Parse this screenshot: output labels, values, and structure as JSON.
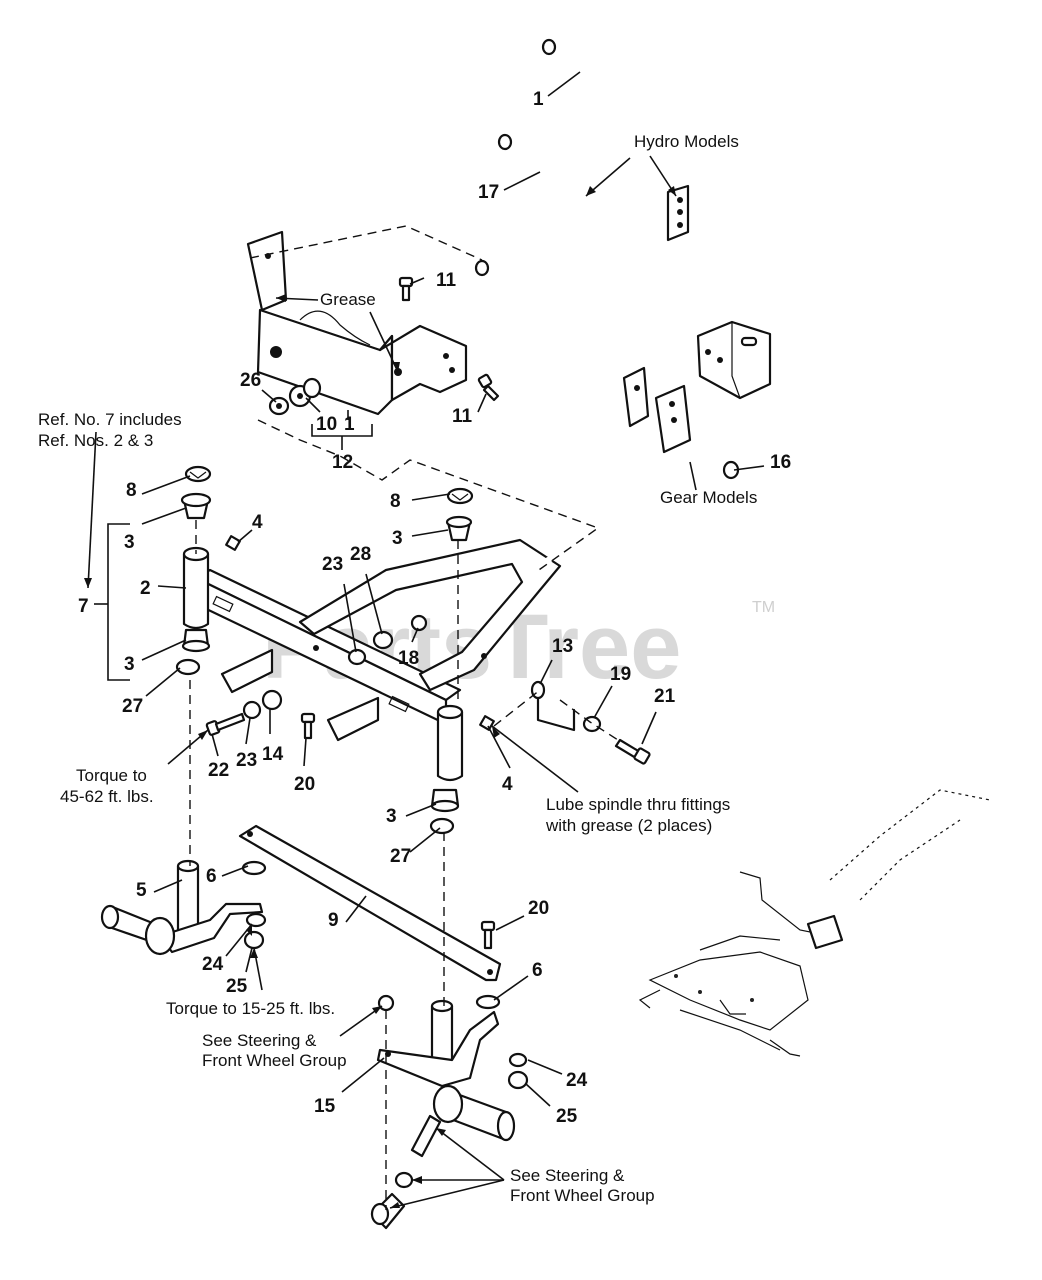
{
  "watermark": "PartsTree",
  "trademark": "TM",
  "callouts": {
    "c1a": "1",
    "c1b": "1",
    "c2": "2",
    "c3a": "3",
    "c3b": "3",
    "c3c": "3",
    "c3d": "3",
    "c4a": "4",
    "c4b": "4",
    "c5": "5",
    "c6a": "6",
    "c6b": "6",
    "c7": "7",
    "c8a": "8",
    "c8b": "8",
    "c9": "9",
    "c10": "10",
    "c11a": "11",
    "c11b": "11",
    "c12": "12",
    "c13": "13",
    "c14": "14",
    "c15": "15",
    "c16": "16",
    "c17": "17",
    "c18": "18",
    "c19": "19",
    "c20a": "20",
    "c20b": "20",
    "c21": "21",
    "c22": "22",
    "c23a": "23",
    "c23b": "23",
    "c24a": "24",
    "c24b": "24",
    "c25a": "25",
    "c25b": "25",
    "c26": "26",
    "c27a": "27",
    "c27b": "27",
    "c28": "28"
  },
  "notes": {
    "hydro_models": "Hydro Models",
    "gear_models": "Gear Models",
    "grease": "Grease",
    "ref_line1": "Ref. No. 7 includes",
    "ref_line2": "Ref. Nos. 2 & 3",
    "torque_45_line1": "Torque to",
    "torque_45_line2": "45-62 ft. lbs.",
    "torque_15": "Torque to 15-25 ft. lbs.",
    "lube_line1": "Lube spindle thru fittings",
    "lube_line2": "with grease (2 places)",
    "steering_a_line1": "See Steering &",
    "steering_a_line2": "Front Wheel Group",
    "steering_b_line1": "See Steering &",
    "steering_b_line2": "Front Wheel Group"
  }
}
